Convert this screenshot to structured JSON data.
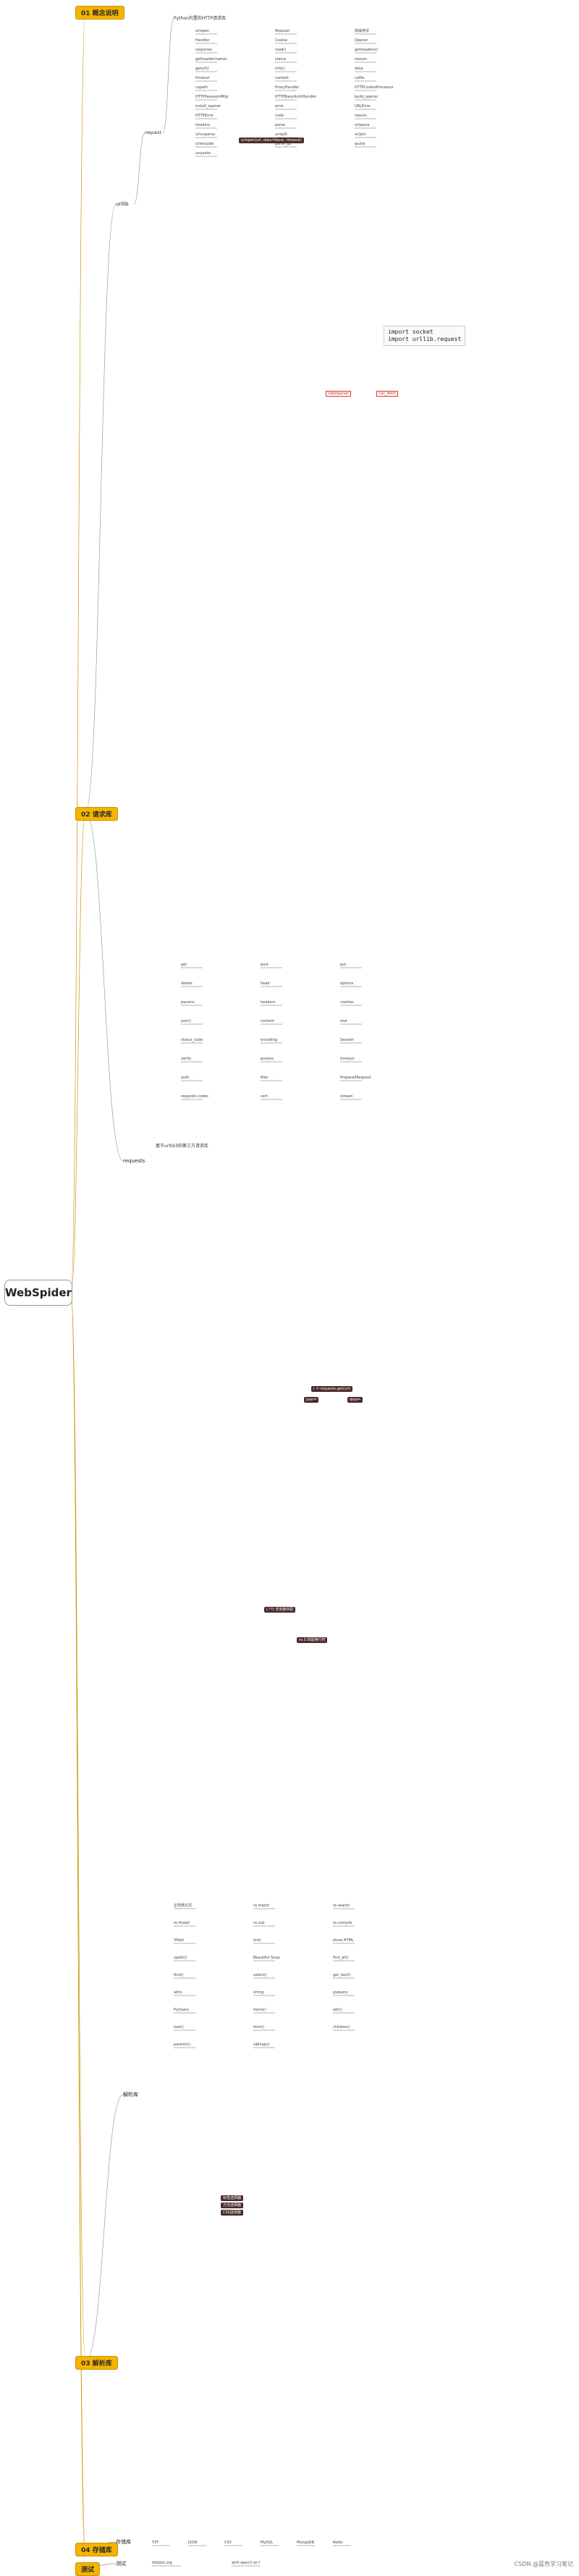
{
  "root": {
    "label": "WebSpider"
  },
  "branches": [
    {
      "id": "b1",
      "label": "01 概念说明",
      "color": "#f4b400"
    },
    {
      "id": "b2",
      "label": "02 请求库",
      "color": "#f4b400"
    },
    {
      "id": "b3",
      "label": "03 解析库",
      "color": "#f4b400"
    },
    {
      "id": "b4",
      "label": "04 存储库",
      "color": "#f4b400"
    },
    {
      "id": "b5",
      "label": "测试",
      "color": "#f4b400"
    }
  ],
  "sections": {
    "urllib": {
      "title": "urllib",
      "request_label": "request",
      "intro": "Python内置的HTTP请求库",
      "items": [
        "urlopen",
        "Request",
        "高级用法",
        "Handler",
        "Cookie",
        "Opener",
        "response",
        "read()",
        "getheaders()",
        "getheader(name)",
        "status",
        "reason",
        "geturl()",
        "info()",
        "data",
        "timeout",
        "context",
        "cafile",
        "capath",
        "ProxyHandler",
        "HTTPCookieProcessor",
        "HTTPPasswordMgr",
        "HTTPBasicAuthHandler",
        "build_opener",
        "install_opener",
        "error",
        "URLError",
        "HTTPError",
        "code",
        "reason",
        "headers",
        "parse",
        "urlparse",
        "urlunparse",
        "urlsplit",
        "urljoin",
        "urlencode",
        "parse_qs",
        "quote",
        "unquote"
      ],
      "highlight_labels": [
        "robotparser",
        "can_fetch"
      ],
      "code_block": "import socket\nimport urllib.request",
      "dark_notes": [
        "urlopen(url, data=None, timeout)"
      ]
    },
    "requests": {
      "title": "requests",
      "intro": "基于urllib3的第三方请求库",
      "items": [
        "get",
        "post",
        "put",
        "delete",
        "head",
        "options",
        "params",
        "headers",
        "cookies",
        "json()",
        "content",
        "text",
        "status_code",
        "encoding",
        "Session",
        "verify",
        "proxies",
        "timeout",
        "auth",
        "files",
        "PreparedRequest",
        "requests.codes",
        "cert",
        "stream"
      ],
      "dark_notes": [
        "r = requests.get(url)",
        "json=",
        "data="
      ]
    },
    "parsing": {
      "title": "解析库",
      "items": [
        "正则表达式",
        "re.match",
        "re.search",
        "re.findall",
        "re.sub",
        "re.compile",
        "XPath",
        "lxml",
        "etree.HTML",
        "xpath()",
        "Beautiful Soup",
        "find_all()",
        "find()",
        "select()",
        "get_text()",
        "attrs",
        "string",
        "pyquery",
        "PyQuery",
        "items()",
        "attr()",
        "text()",
        "html()",
        "children()",
        "parents()",
        "siblings()"
      ],
      "dark_notes": [
        "(.*?) 非贪婪匹配",
        "re.S 匹配换行符",
        "标签选择器",
        "方法选择器",
        "CSS选择器"
      ]
    },
    "storage": {
      "title": "存储库",
      "items": [
        "TXT",
        "JSON",
        "CSV",
        "MySQL",
        "MongoDB",
        "Redis"
      ]
    },
    "test": {
      "title": "测试",
      "items": [
        "httpbin.org",
        "with open() as f"
      ]
    }
  },
  "footer": {
    "watermark": "CSDN @蓝色学习笔记"
  }
}
